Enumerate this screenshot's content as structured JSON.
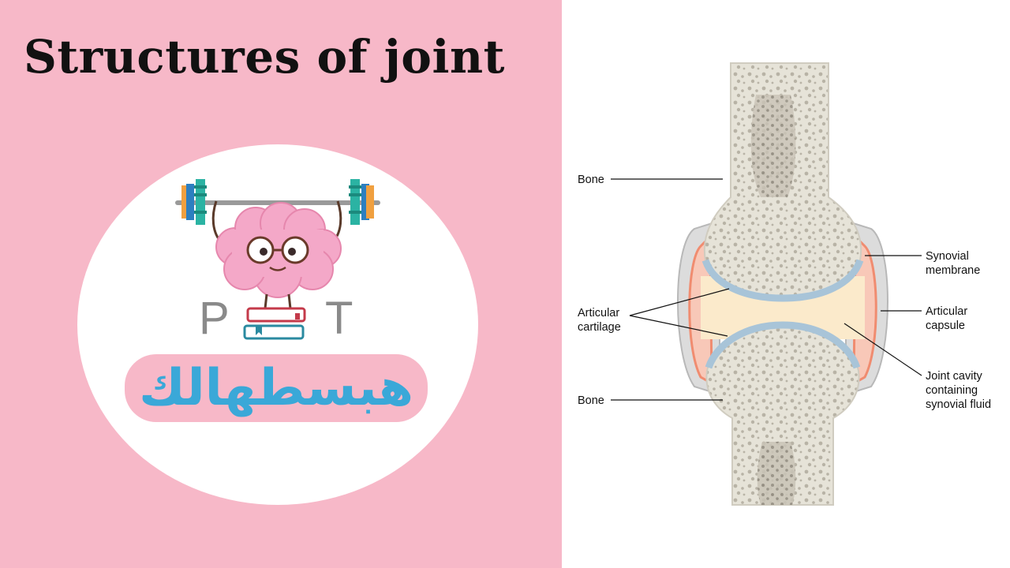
{
  "title": "Structures of joint",
  "logo": {
    "letter_p": "P",
    "letter_t": "T",
    "arabic_text": "هبسطهالك"
  },
  "colors": {
    "left_background": "#f7b8c8",
    "arabic_text": "#3aa8d8",
    "brain": "#f4a8c8",
    "cartilage": "#a8c4d8",
    "synovial_membrane": "#f08c70",
    "synovial_fluid": "#fbeacb"
  },
  "diagram_labels": {
    "bone_top": "Bone",
    "bone_bottom": "Bone",
    "articular_cartilage": [
      "Articular",
      "cartilage"
    ],
    "synovial_membrane": [
      "Synovial",
      "membrane"
    ],
    "articular_capsule": [
      "Articular",
      "capsule"
    ],
    "joint_cavity": [
      "Joint cavity",
      "containing",
      "synovial fluid"
    ]
  }
}
